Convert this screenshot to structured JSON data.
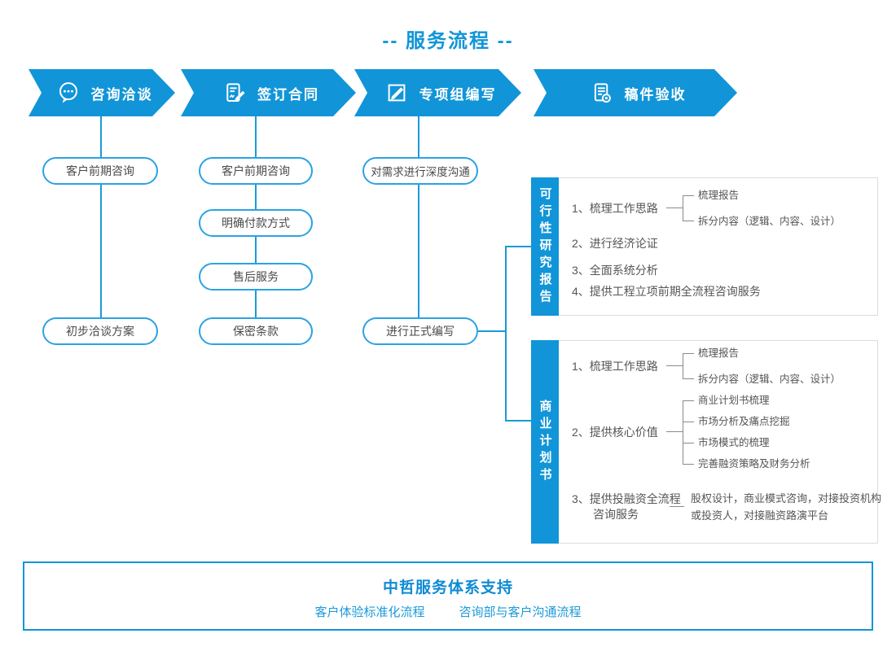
{
  "title": "-- 服务流程 --",
  "banners": [
    {
      "label": "咨询洽谈",
      "icon": "chat-bubble-icon"
    },
    {
      "label": "签订合同",
      "icon": "contract-pen-icon"
    },
    {
      "label": "专项组编写",
      "icon": "edit-square-icon"
    },
    {
      "label": "稿件验收",
      "icon": "document-review-icon"
    }
  ],
  "columns": [
    {
      "boxes": [
        "客户前期咨询",
        "初步洽谈方案"
      ]
    },
    {
      "boxes": [
        "客户前期咨询",
        "明确付款方式",
        "售后服务",
        "保密条款"
      ]
    },
    {
      "boxes": [
        "对需求进行深度沟通",
        "进行正式编写"
      ]
    }
  ],
  "sections": [
    {
      "bar_label": "可行性研究报告",
      "items": [
        {
          "label": "1、梳理工作思路",
          "children": [
            "梳理报告",
            "拆分内容（逻辑、内容、设计）"
          ]
        },
        {
          "label": "2、进行经济论证"
        },
        {
          "label": "3、全面系统分析"
        },
        {
          "label": "4、提供工程立项前期全流程咨询服务"
        }
      ]
    },
    {
      "bar_label": "商业计划书",
      "items": [
        {
          "label": "1、梳理工作思路",
          "children": [
            "梳理报告",
            "拆分内容（逻辑、内容、设计）"
          ]
        },
        {
          "label": "2、提供核心价值",
          "children": [
            "商业计划书梳理",
            "市场分析及痛点挖掘",
            "市场模式的梳理",
            "完善融资策略及财务分析"
          ]
        },
        {
          "label": "3、提供投融资全流程咨询服务",
          "note": "股权设计，商业模式咨询，对接投资机构或投资人，对接融资路演平台"
        }
      ]
    }
  ],
  "footer": {
    "title": "中哲服务体系支持",
    "items": [
      "客户体验标准化流程",
      "咨询部与客户沟通流程"
    ]
  },
  "colors": {
    "primary": "#1195d8",
    "box_border": "#2ba2e3",
    "panel_border": "#dcdcdc",
    "text": "#555555"
  }
}
